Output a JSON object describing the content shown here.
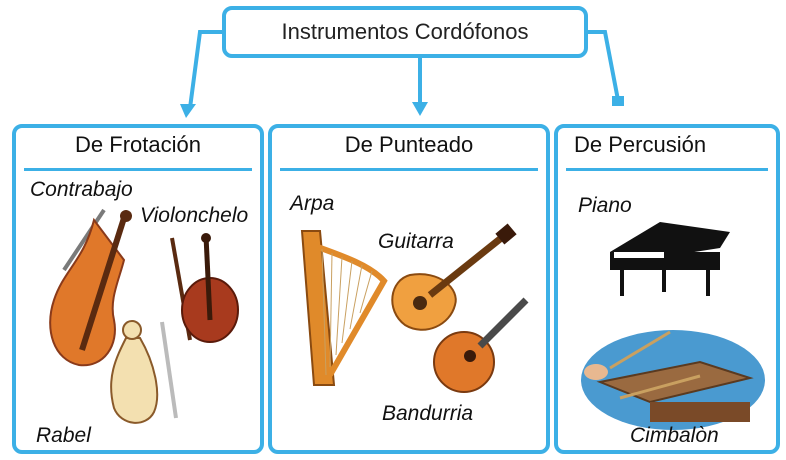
{
  "root": {
    "label": "Instrumentos Cordófonos"
  },
  "categories": [
    {
      "title": "De Frotación",
      "instruments": [
        "Contrabajo",
        "Violonchelo",
        "Rabel"
      ]
    },
    {
      "title": "De Punteado",
      "instruments": [
        "Arpa",
        "Guitarra",
        "Bandurria"
      ]
    },
    {
      "title": "De Percusión",
      "instruments": [
        "Piano",
        "Cimbalòn"
      ]
    }
  ],
  "colors": {
    "accent": "#3cb0e6",
    "wood": "#e0782a",
    "dark_wood": "#8a3a1a"
  }
}
